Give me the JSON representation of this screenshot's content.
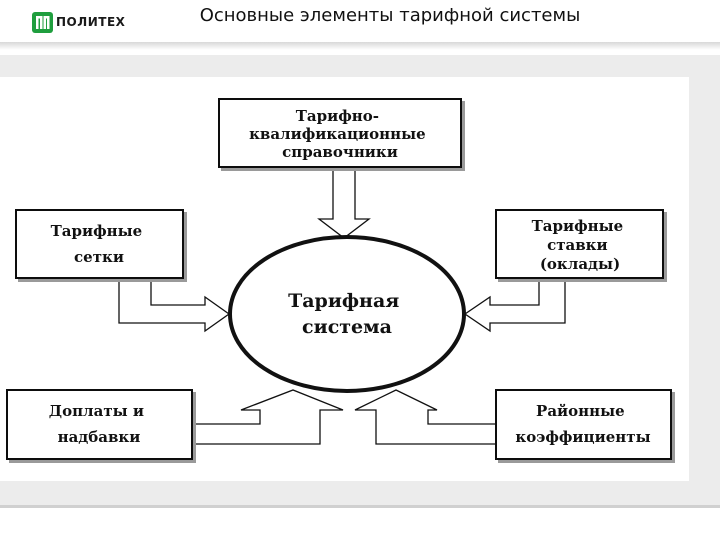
{
  "header": {
    "logo_text": "ПОЛИТЕХ",
    "logo_accent_color": "#1f9e3e",
    "title": "Основные элементы тарифной системы"
  },
  "diagram": {
    "center": {
      "lines": [
        "Тарифная",
        "система"
      ]
    },
    "nodes": {
      "handbooks": {
        "lines": [
          "Тарифно-",
          "квалификационные",
          "справочники"
        ]
      },
      "grids": {
        "lines": [
          "Тарифные",
          "сетки"
        ]
      },
      "rates": {
        "lines": [
          "Тарифные",
          "ставки",
          "(оклады)"
        ]
      },
      "allowances": {
        "lines": [
          "Доплаты и",
          "надбавки"
        ]
      },
      "regional": {
        "lines": [
          "Районные",
          "коэффициенты"
        ]
      }
    }
  }
}
